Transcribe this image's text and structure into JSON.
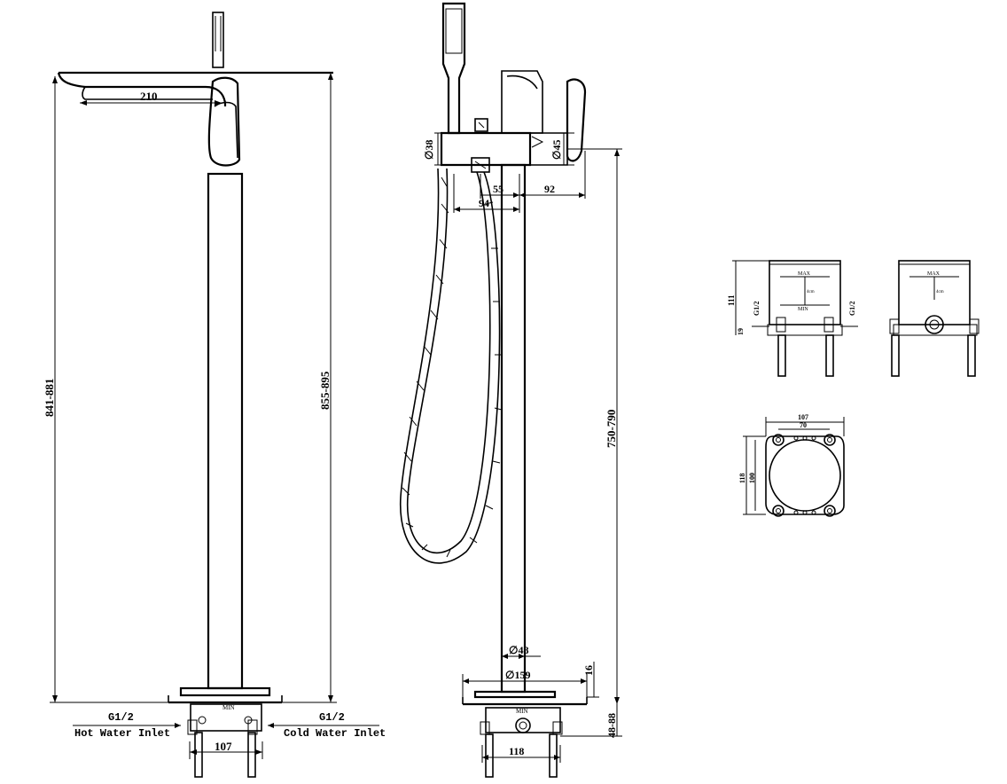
{
  "side_view": {
    "dim_spout_reach": "210",
    "dim_total_height": "841-881",
    "dim_height_range": "855-895",
    "label_min": "MIN",
    "dim_inlet_spacing": "107",
    "hot_thread": "G1/2",
    "hot_label": "Hot Water Inlet",
    "cold_thread": "G1/2",
    "cold_label": "Cold Water Inlet"
  },
  "front_view": {
    "dim_diverter_dia": "∅38",
    "dim_body_dia": "∅45",
    "dim_55": "55",
    "dim_92": "92",
    "dim_94": "94",
    "dim_height": "750-790",
    "dim_pillar_dia": "∅48",
    "dim_base_dia": "∅159",
    "dim_base_thickness": "16",
    "dim_floor_gap": "48-88",
    "label_min": "MIN",
    "dim_base_spacing": "118"
  },
  "box_side": {
    "dim_height": "111",
    "dim_leg": "19",
    "thread_left": "G1/2",
    "thread_right": "G1/2",
    "label_max": "MAX",
    "label_4cm": "4cm",
    "label_min": "MIN"
  },
  "box_front": {
    "label_max": "MAX",
    "label_4cm": "4cm"
  },
  "box_plan": {
    "dim_outer_width": "107",
    "dim_inner_width": "70",
    "dim_outer_height": "118",
    "dim_inner_height": "100"
  }
}
